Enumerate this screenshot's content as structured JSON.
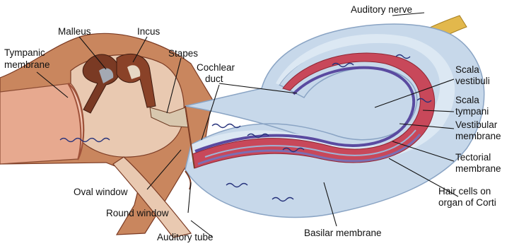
{
  "labels": {
    "auditory_nerve": "Auditory nerve",
    "malleus": "Malleus",
    "incus": "Incus",
    "tympanic_1": "Tympanic",
    "tympanic_2": "membrane",
    "stapes": "Stapes",
    "cochlear_1": "Cochlear",
    "cochlear_2": "duct",
    "scala_vestibuli_1": "Scala",
    "scala_vestibuli_2": "vestibuli",
    "scala_tympani_1": "Scala",
    "scala_tympani_2": "tympani",
    "vestibular_1": "Vestibular",
    "vestibular_2": "membrane",
    "tectorial_1": "Tectorial",
    "tectorial_2": "membrane",
    "hair_cells_1": "Hair cells on",
    "hair_cells_2": "organ of Corti",
    "oval_window": "Oval window",
    "round_window": "Round window",
    "auditory_tube": "Auditory tube",
    "basilar_membrane": "Basilar membrane"
  },
  "colors": {
    "ear_canal": "#e7a98f",
    "bone": "#b3633f",
    "bone_dark": "#6e2f1c",
    "cochlea_fluid": "#c7d8ea",
    "cochlear_duct": "#c8485a",
    "membrane": "#7b6fb3",
    "nerve": "#e2b84c",
    "wave": "#24307a"
  }
}
